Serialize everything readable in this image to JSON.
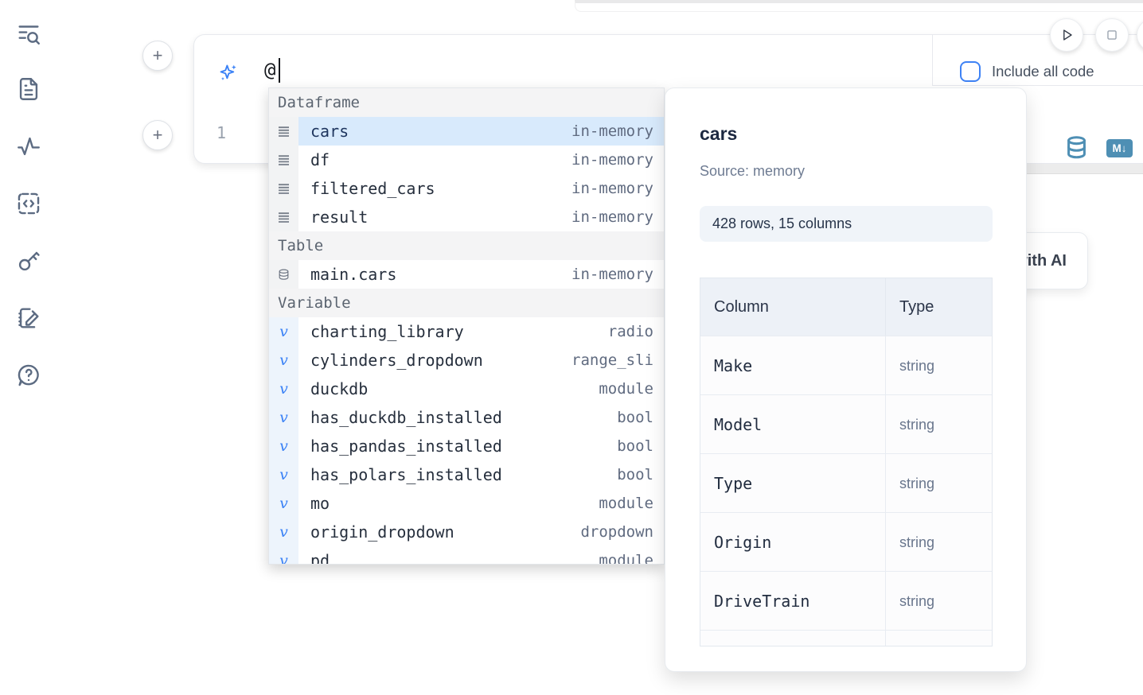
{
  "colors": {
    "accent_blue": "#3b82f6",
    "cell_action_blue": "#4e8fb4",
    "selection_bg": "#d8eafc"
  },
  "sidebar": {
    "icons": [
      "file-search-icon",
      "document-icon",
      "activity-icon",
      "snippets-icon",
      "key-icon",
      "scratchpad-icon",
      "help-icon"
    ]
  },
  "cell_toolbar": {
    "include_all_code_label": "Include all code"
  },
  "ai_prompt": {
    "value": "@"
  },
  "editor": {
    "line_number": "1"
  },
  "cell_actions": {
    "markdown_badge": "M↓"
  },
  "background_button": {
    "label": "Generate with AI"
  },
  "autocomplete": {
    "sections": [
      {
        "header": "Dataframe",
        "kind": "dataframe",
        "items": [
          {
            "name": "cars",
            "detail": "in-memory",
            "selected": true
          },
          {
            "name": "df",
            "detail": "in-memory"
          },
          {
            "name": "filtered_cars",
            "detail": "in-memory"
          },
          {
            "name": "result",
            "detail": "in-memory"
          }
        ]
      },
      {
        "header": "Table",
        "kind": "table",
        "items": [
          {
            "name": "main.cars",
            "detail": "in-memory"
          }
        ]
      },
      {
        "header": "Variable",
        "kind": "variable",
        "items": [
          {
            "name": "charting_library",
            "detail": "radio"
          },
          {
            "name": "cylinders_dropdown",
            "detail": "range_sli"
          },
          {
            "name": "duckdb",
            "detail": "module"
          },
          {
            "name": "has_duckdb_installed",
            "detail": "bool"
          },
          {
            "name": "has_pandas_installed",
            "detail": "bool"
          },
          {
            "name": "has_polars_installed",
            "detail": "bool"
          },
          {
            "name": "mo",
            "detail": "module"
          },
          {
            "name": "origin_dropdown",
            "detail": "dropdown"
          },
          {
            "name": "pd",
            "detail": "module"
          }
        ]
      }
    ]
  },
  "preview_panel": {
    "title": "cars",
    "source": "Source: memory",
    "shape_badge": "428 rows, 15 columns",
    "columns_table": {
      "headers": [
        "Column",
        "Type"
      ],
      "rows": [
        [
          "Make",
          "string"
        ],
        [
          "Model",
          "string"
        ],
        [
          "Type",
          "string"
        ],
        [
          "Origin",
          "string"
        ],
        [
          "DriveTrain",
          "string"
        ]
      ]
    }
  }
}
